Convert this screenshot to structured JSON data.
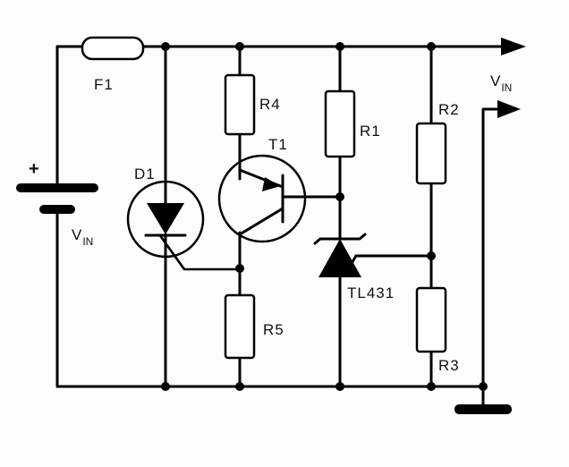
{
  "diagram": {
    "labels": {
      "fuse": "F1",
      "diode": "D1",
      "transistor": "T1",
      "r1": "R1",
      "r2": "R2",
      "r3": "R3",
      "r4": "R4",
      "r5": "R5",
      "shunt_regulator": "TL431",
      "battery_plus": "+",
      "battery_voltage_main": "V",
      "battery_voltage_sub": "IN",
      "output_voltage_main": "V",
      "output_voltage_sub": "IN"
    }
  }
}
